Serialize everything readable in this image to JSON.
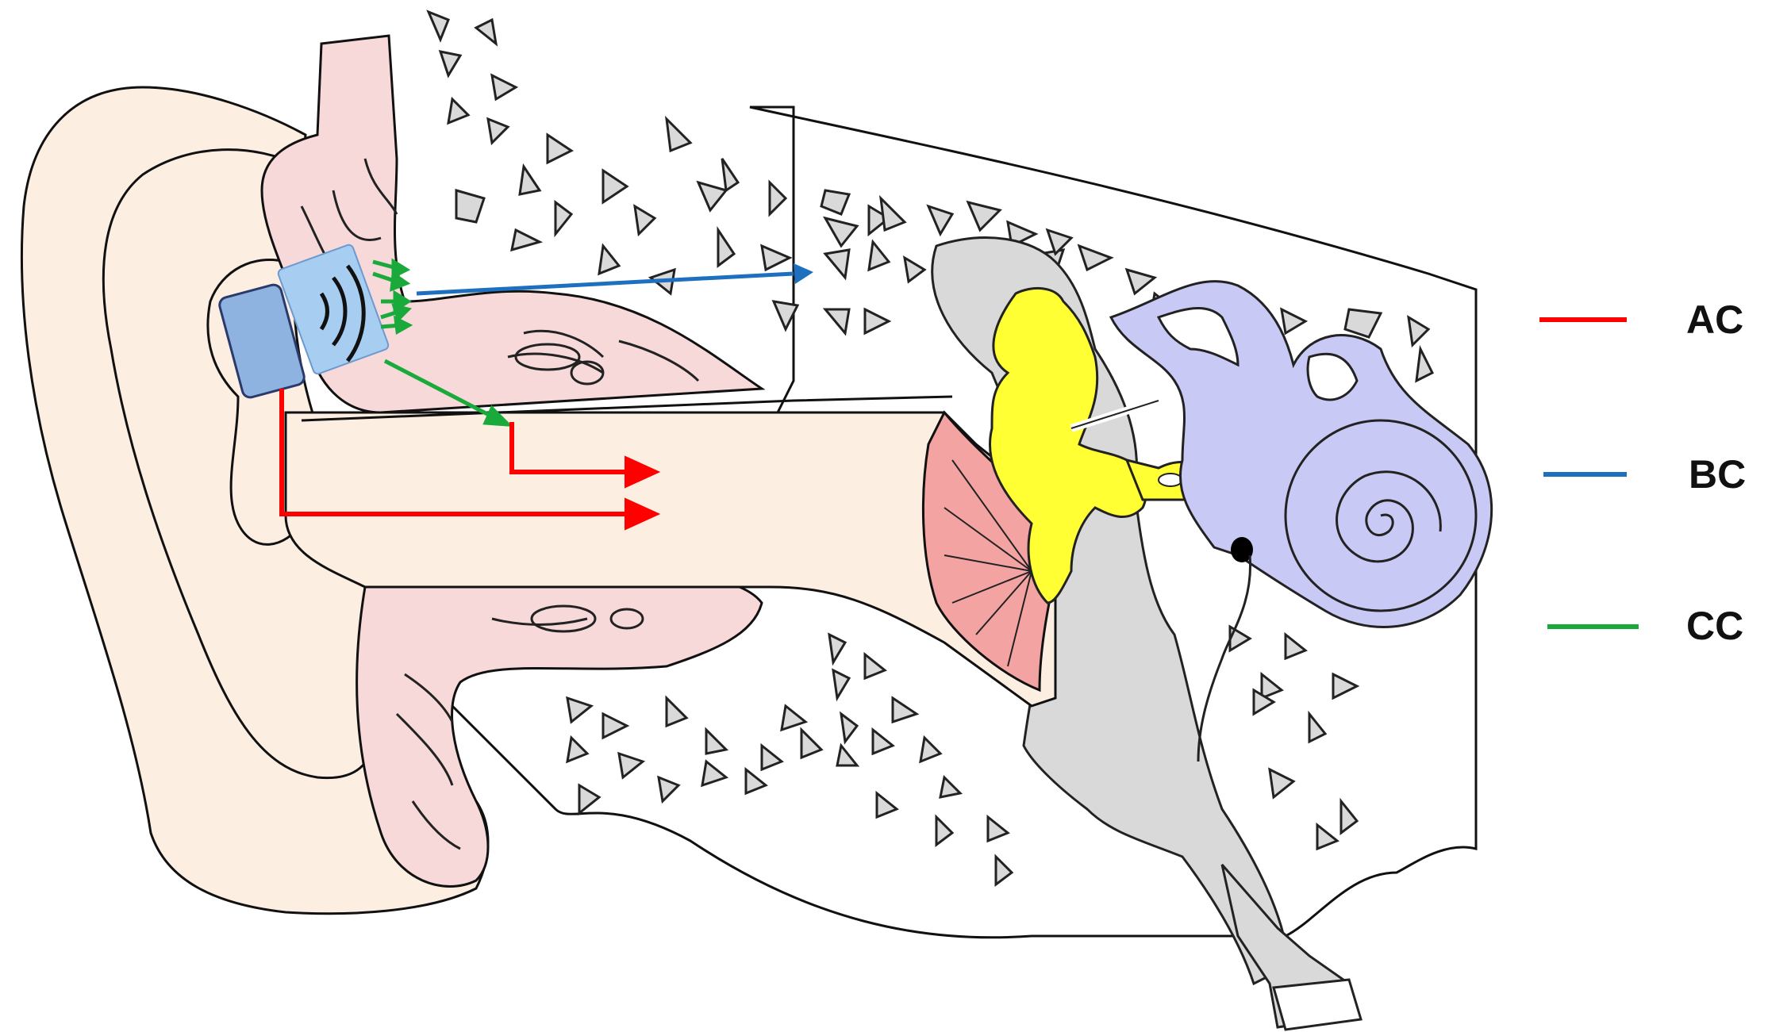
{
  "colors": {
    "air_conduction": "#ff0000",
    "bone_conduction": "#1f6fbf",
    "cartilage_conduction": "#1aaa3c",
    "skin": "#fdeee2",
    "cartilage": "#f7d9da",
    "bone": "#d9d9d9",
    "ossicles": "#ffff33",
    "inner_ear": "#c9c9f5",
    "eardrum": "#f4a3a3",
    "transducer": "#a7cdf0",
    "earpiece": "#8fb3e0"
  },
  "legend": {
    "items": [
      {
        "label": "AC",
        "color": "#ff0000"
      },
      {
        "label": "BC",
        "color": "#1f6fbf"
      },
      {
        "label": "CC",
        "color": "#1aaa3c"
      }
    ]
  },
  "icons": {
    "transducer": "sound-wave-icon",
    "earpiece": "earpiece-icon"
  }
}
